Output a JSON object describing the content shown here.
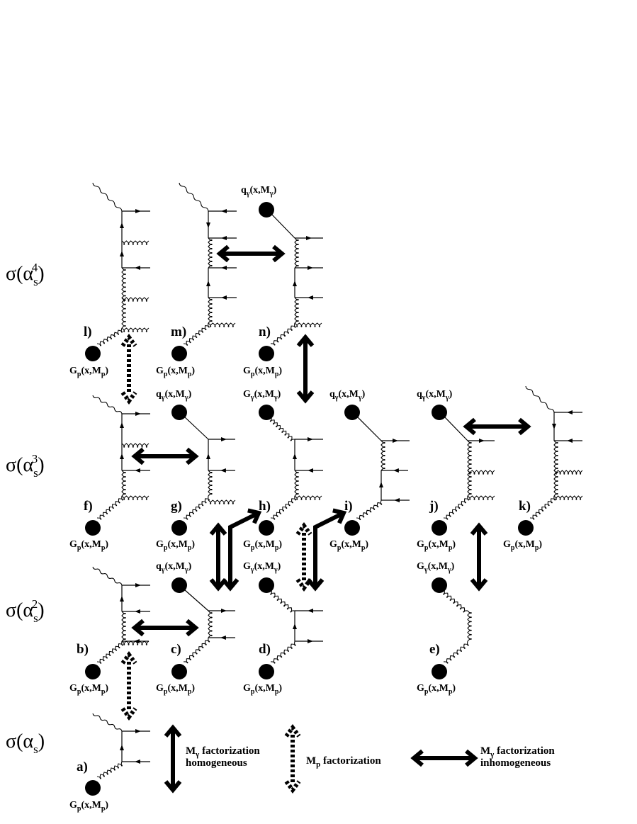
{
  "orders": [
    {
      "base": "σ(α",
      "sub": "s",
      "sup": "",
      "close": ")"
    },
    {
      "base": "σ(α",
      "sub": "s",
      "sup": "2",
      "close": ")"
    },
    {
      "base": "σ(α",
      "sub": "s",
      "sup": "3",
      "close": ")"
    },
    {
      "base": "σ(α",
      "sub": "s",
      "sup": "4",
      "close": ")"
    }
  ],
  "diagrams": [
    "a)",
    "b)",
    "c)",
    "d)",
    "e)",
    "f)",
    "g)",
    "h)",
    "i)",
    "j)",
    "k)",
    "l)",
    "m)",
    "n)"
  ],
  "pdf_labels": {
    "gp": {
      "main": "G",
      "sub": "p",
      "args": "(x,M",
      "argsub": "p",
      "close": ")"
    },
    "gg": {
      "main": "G",
      "sub": "γ",
      "args": "(x,M",
      "argsub": "γ",
      "close": ")"
    },
    "qg": {
      "main": "q",
      "sub": "γ",
      "args": "(x,M",
      "argsub": "γ",
      "close": ")"
    }
  },
  "legend": {
    "homogeneous": {
      "line1": "M",
      "line1_sub": "γ",
      "line1_rest": " factorization",
      "line2": "homogeneous"
    },
    "mp": {
      "line1": "M",
      "line1_sub": "p",
      "line1_rest": " factorization"
    },
    "inhomogeneous": {
      "line1": "M",
      "line1_sub": "γ",
      "line1_rest": " factorization",
      "line2": "inhomogeneous"
    }
  }
}
